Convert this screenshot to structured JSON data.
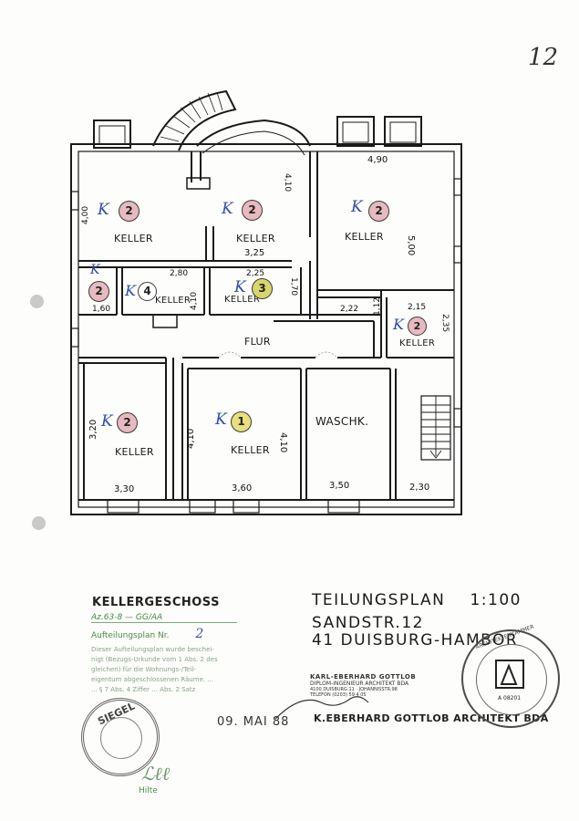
{
  "page_number": "12",
  "rooms": [
    {
      "name": "KELLER",
      "tag": "K",
      "number": "2"
    },
    {
      "name": "KELLER",
      "tag": "K",
      "number": "2"
    },
    {
      "name": "KELLER",
      "tag": "K",
      "number": "2"
    },
    {
      "name": "",
      "tag": "K",
      "number": "2"
    },
    {
      "name": "KELLER",
      "tag": "K",
      "number": "4"
    },
    {
      "name": "KELLER",
      "tag": "K",
      "number": "3"
    },
    {
      "name": "KELLER",
      "tag": "K",
      "number": "2"
    },
    {
      "name": "KELLER",
      "tag": "K",
      "number": "2"
    },
    {
      "name": "KELLER",
      "tag": "K",
      "number": "1"
    },
    {
      "name": "WASCHK.",
      "tag": "",
      "number": ""
    },
    {
      "name": "FLUR",
      "tag": "",
      "number": ""
    }
  ],
  "dimensions": {
    "d_490": "4,90",
    "d_500": "5,00",
    "d_400": "4,00",
    "d_410_top": "4,10",
    "d_325": "3,25",
    "d_280": "2,80",
    "d_225": "2,25",
    "d_170": "1,70",
    "d_160": "1,60",
    "d_112": "1,12",
    "d_222": "2,22",
    "d_410_mid": "4,10",
    "d_215": "2,15",
    "d_235": "2,35",
    "d_320": "3,20",
    "d_410_bot": "4,10",
    "d_410_wash": "4,10",
    "d_330": "3,30",
    "d_360": "3,60",
    "d_350": "3,50",
    "d_230": "2,30"
  },
  "title_block": {
    "floor": "KELLERGESCHOSS",
    "plan_title": "TEILUNGSPLAN",
    "scale": "1:100",
    "street": "SANDSTR.12",
    "city": "41 DUISBURG-HAMBOR",
    "stamp_ref": "Az.63-8 — GG/AA",
    "aufteilungsplan_label": "Aufteilungsplan Nr.",
    "aufteilungsplan_nr": "2",
    "certificate_lines": [
      "Dieser Aufteilungsplan wurde beschei-",
      "nigt (Bezugs-Urkunde vom 1 Abs. 2 des",
      "gleichen) für die Wohnungs-/Teil-",
      "eigentum abgeschlossenen Räume. ...",
      "... § 7 Abs. 4 Ziffer ... Abs. 2 Satz"
    ],
    "date": "09. MAI 88",
    "architect_stamp_lines": [
      "KARL-EBERHARD GOTTLOB",
      "DIPLOM-INGENIEUR  ARCHITEKT BDA",
      "4100 DUISBURG 11 · JOHANNISSTR.98",
      "TELEFON (0203) 59 4 05"
    ],
    "architect": "K.EBERHARD GOTTLOB  ARCHITEKT BDA",
    "seal_text": "SIEGEL",
    "round_stamp_text": "ARCHITEKTENKAMMER",
    "round_stamp_id": "A 08201",
    "signature_word": "Hilte"
  }
}
